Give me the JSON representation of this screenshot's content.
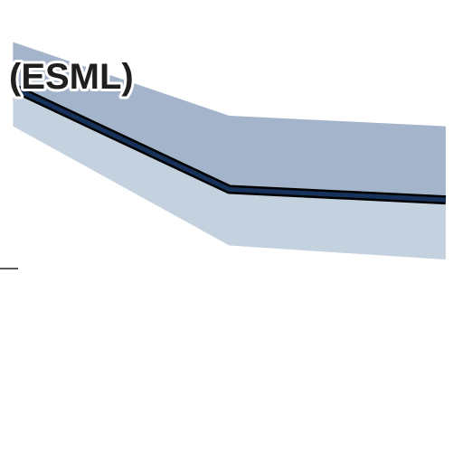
{
  "chart_data": {
    "type": "area",
    "annotations": [
      "(ESML)"
    ],
    "x": [
      0,
      1,
      2
    ],
    "series": [
      {
        "band_upper": [
          0.9,
          0.69,
          0.66
        ],
        "band_lower": [
          0.66,
          0.32,
          0.28
        ],
        "values": [
          0.77,
          0.48,
          0.45
        ],
        "line_color": "#17325a",
        "band_color_upper": "#a4b4ca",
        "band_color_lower": "#c4d1df"
      }
    ],
    "xlim": [
      -0.06,
      2.08
    ],
    "ylim": [
      -0.3,
      1.02
    ],
    "grid": false
  }
}
